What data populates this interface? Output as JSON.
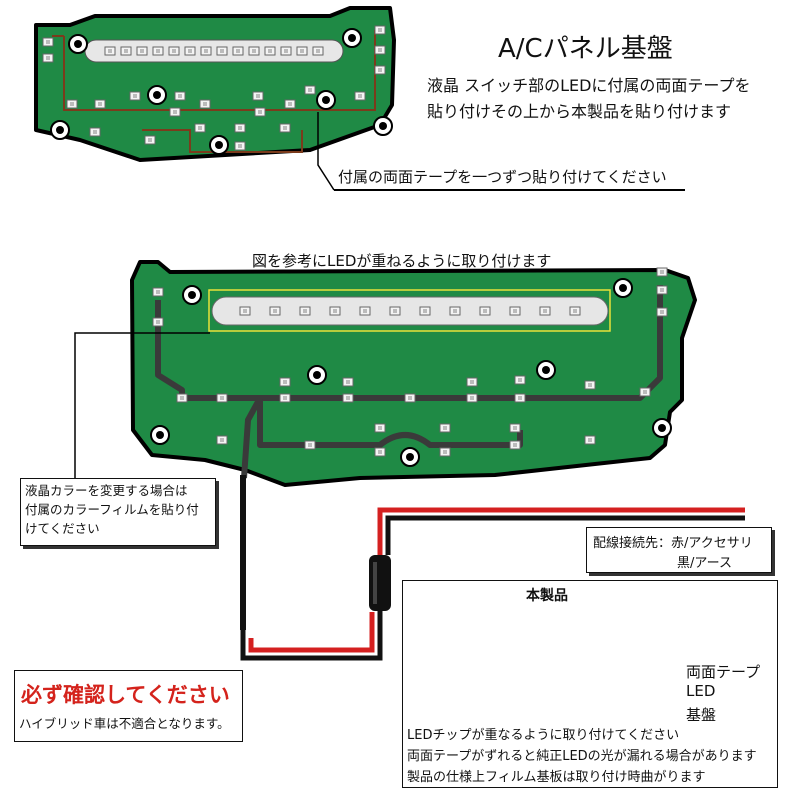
{
  "title": "A/Cパネル基盤",
  "intro": {
    "line1": "液晶 スイッチ部のLEDに付属の両面テープを",
    "line2": "貼り付けその上から本製品を貼り付けます"
  },
  "top_callout": "付属の両面テープを一つずつ貼り付けてください",
  "mid_caption": "図を参考にLEDが重ねるように取り付けます",
  "lcd_note": {
    "line1": "液晶カラーを変更する場合は",
    "line2": "付属のカラーフィルムを貼り付",
    "line3": "けてください"
  },
  "wiring": {
    "line1": "配線接続先：赤/アクセサリ",
    "line2": "黒/アース"
  },
  "product": {
    "title": "本製品",
    "label_tape": "両面テープ",
    "label_led": "LED",
    "label_board": "基盤",
    "note1": "LEDチップが重なるように取り付けてください",
    "note2": "両面テープがずれると純正LEDの光が漏れる場合があります",
    "note3": "製品の仕様上フィルム基板は取り付け時曲がります"
  },
  "warning": {
    "heading": "必ず確認してください",
    "body": "ハイブリッド車は不適合となります。"
  },
  "colors": {
    "pcb": "#1f8a45",
    "trace": "#3a3a3a",
    "wire_red": "#d42020",
    "warning_red": "#d4231c"
  }
}
